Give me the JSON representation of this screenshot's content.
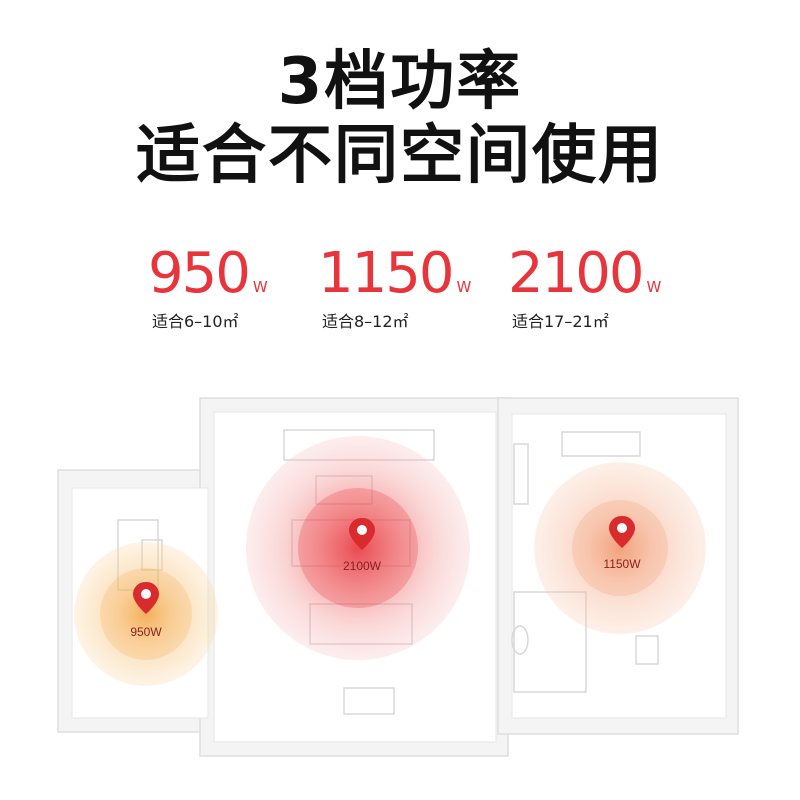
{
  "headline": {
    "line1": "3档功率",
    "line2": "适合不同空间使用"
  },
  "power_levels": [
    {
      "value": "950",
      "unit": "W",
      "suitable": "适合6–10㎡"
    },
    {
      "value": "1150",
      "unit": "W",
      "suitable": "适合8–12㎡"
    },
    {
      "value": "2100",
      "unit": "W",
      "suitable": "适合17–21㎡"
    }
  ],
  "map_markers": [
    {
      "label": "950W",
      "color": "#f3a23a"
    },
    {
      "label": "2100W",
      "color": "#e8343b"
    },
    {
      "label": "1150W",
      "color": "#f08a5b"
    }
  ],
  "colors": {
    "accent": "#e8343b",
    "text": "#111111"
  }
}
